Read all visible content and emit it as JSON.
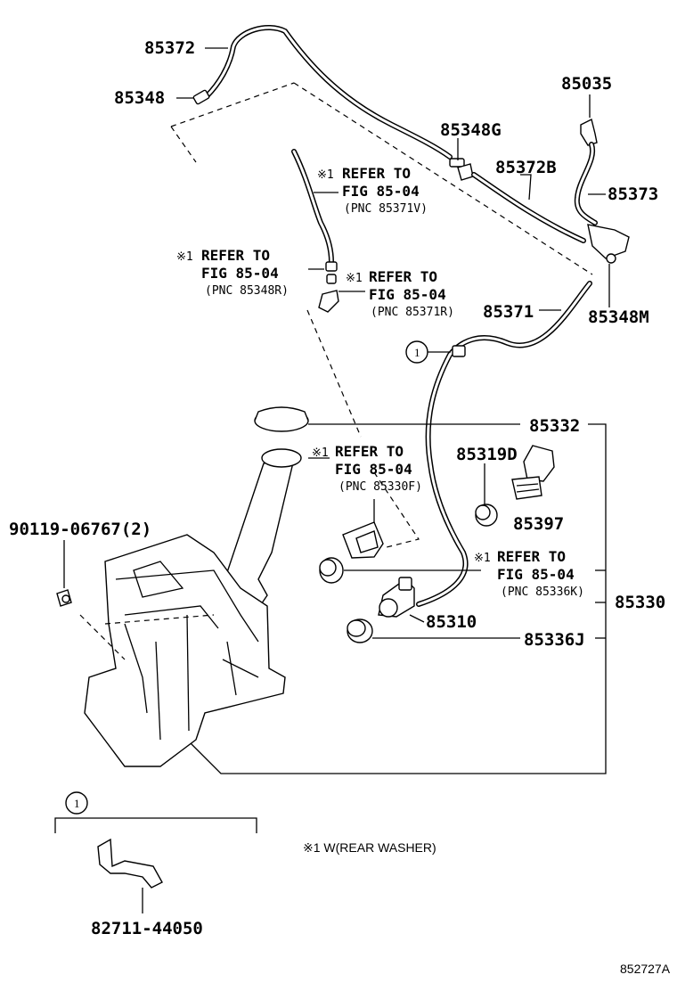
{
  "labels": {
    "l85372": "85372",
    "l85348": "85348",
    "l85348G": "85348G",
    "l85372B": "85372B",
    "l85035": "85035",
    "l85373": "85373",
    "l85348M": "85348M",
    "l85371": "85371",
    "l85332": "85332",
    "l85319D": "85319D",
    "l85397": "85397",
    "l85330": "85330",
    "l85310": "85310",
    "l85336J": "85336J",
    "l9011906767": "90119-06767(2)",
    "l8271144050": "82711-44050"
  },
  "refs": {
    "r1": {
      "mark": "※1",
      "line1": "REFER TO",
      "line2": "FIG 85-04",
      "line3": "(PNC 85371V)"
    },
    "r2": {
      "mark": "※1",
      "line1": "REFER TO",
      "line2": "FIG 85-04",
      "line3": "(PNC 85348R)"
    },
    "r3": {
      "mark": "※1",
      "line1": "REFER TO",
      "line2": "FIG 85-04",
      "line3": "(PNC 85371R)"
    },
    "r4": {
      "mark": "※1",
      "line1": "REFER TO",
      "line2": "FIG 85-04",
      "line3": "(PNC 85330F)"
    },
    "r5": {
      "mark": "※1",
      "line1": "REFER TO",
      "line2": "FIG 85-04",
      "line3": "(PNC 85336K)"
    }
  },
  "callouts": {
    "c1": "1",
    "c2": "1"
  },
  "footnote": "※1 W(REAR WASHER)",
  "drawing_code": "852727A"
}
